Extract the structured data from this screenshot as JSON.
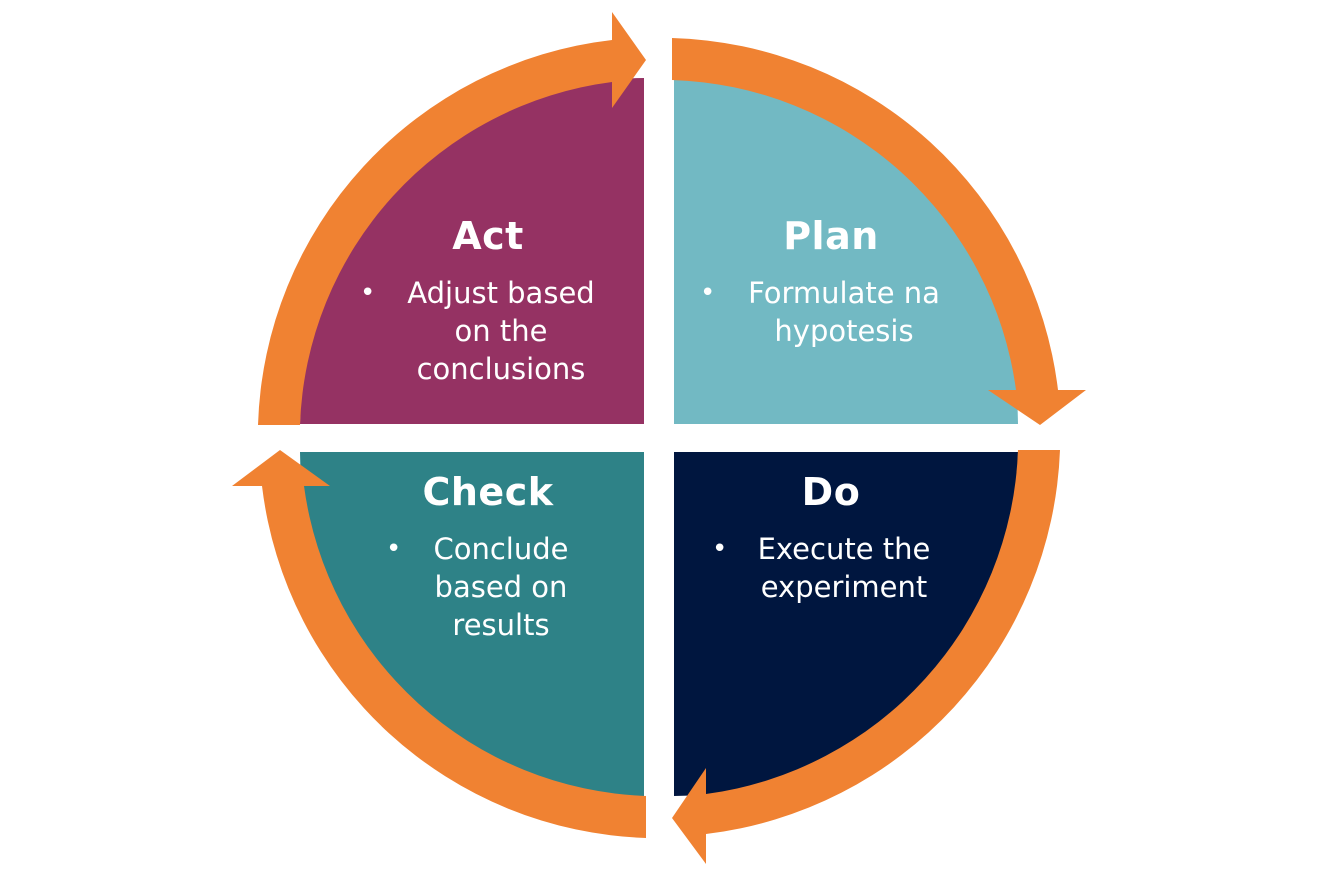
{
  "colors": {
    "arrow": "#F08232",
    "act": "#953263",
    "plan": "#72B9C3",
    "check": "#2E8287",
    "do": "#00163F",
    "text": "#FFFFFF"
  },
  "quadrants": {
    "act": {
      "title": "Act",
      "bullet": "Adjust based on the conclusions"
    },
    "plan": {
      "title": "Plan",
      "bullet": "Formulate na hypotesis"
    },
    "check": {
      "title": "Check",
      "bullet": "Conclude based on results"
    },
    "do": {
      "title": "Do",
      "bullet": "Execute the experiment"
    }
  },
  "bullet_symbol": "•"
}
